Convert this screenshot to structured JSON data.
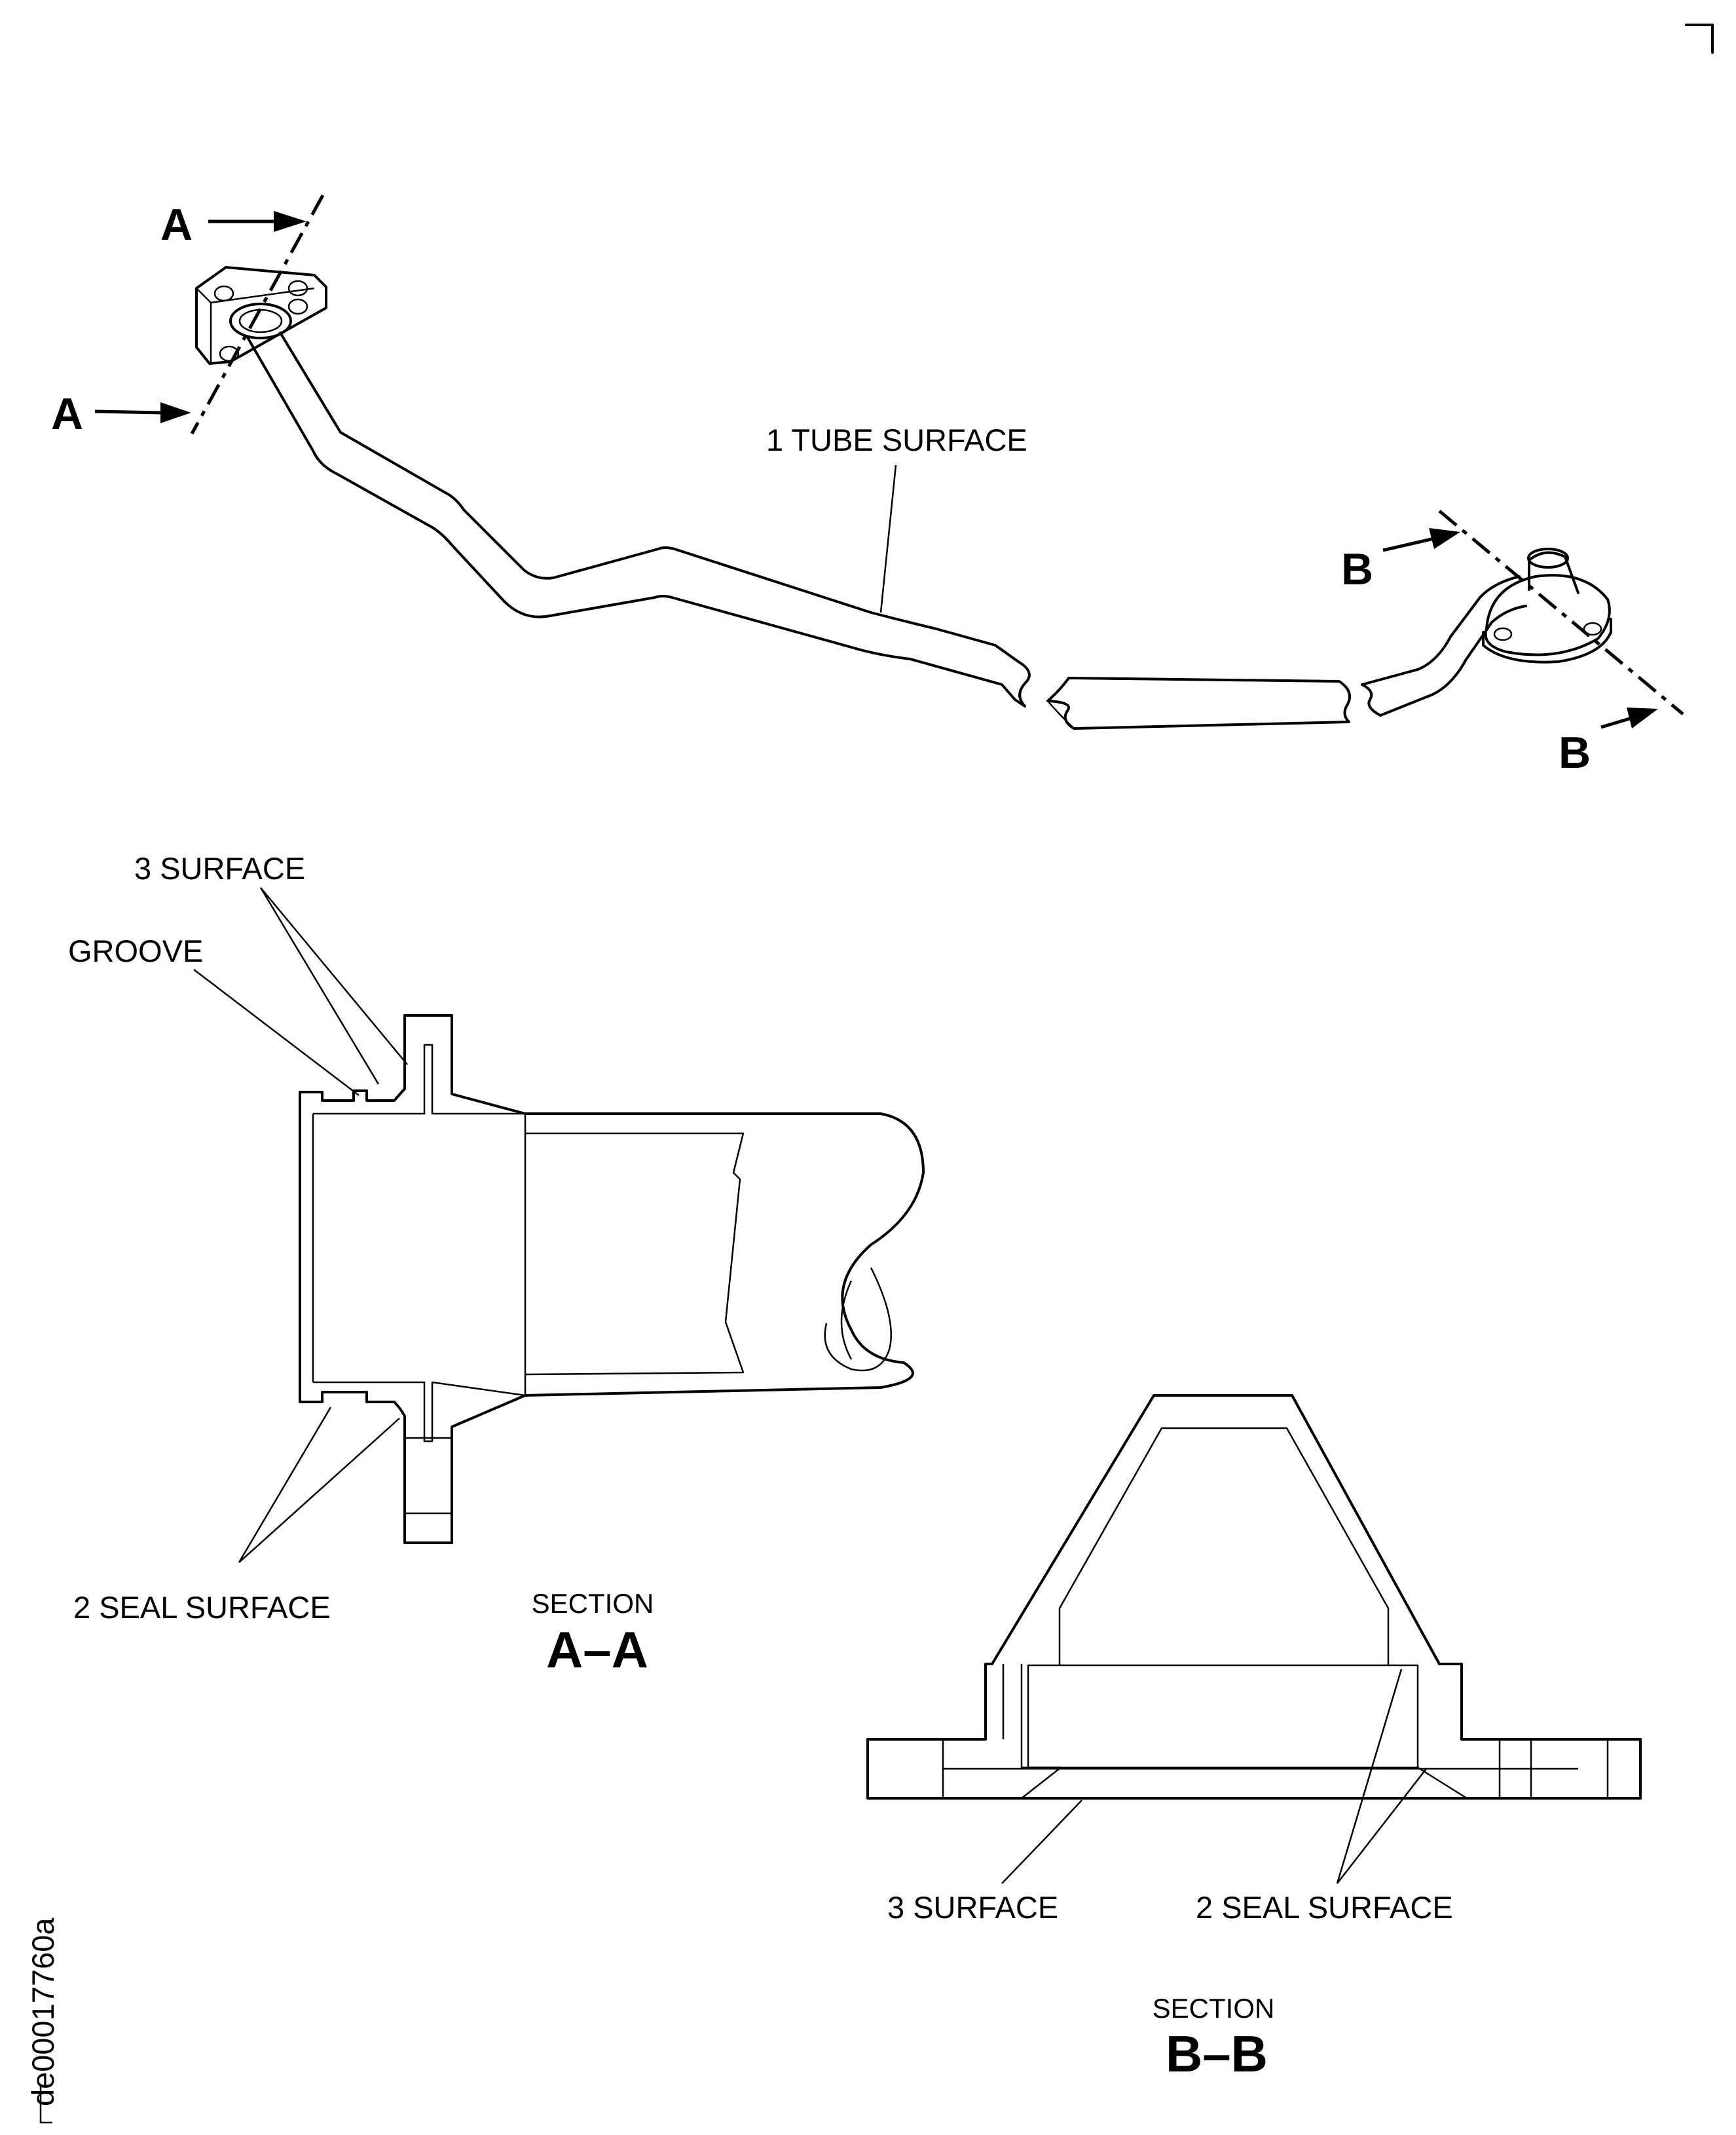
{
  "labels": {
    "tube_surface": "1 TUBE SURFACE",
    "surface_3_top": "3 SURFACE",
    "groove": "GROOVE",
    "seal_surface_2_left": "2 SEAL SURFACE",
    "surface_3_bottom": "3 SURFACE",
    "seal_surface_2_right": "2 SEAL SURFACE"
  },
  "cut_markers": {
    "a_upper": "A",
    "a_lower": "A",
    "b_upper": "B",
    "b_lower": "B"
  },
  "sections": {
    "a": {
      "word": "SECTION",
      "name": "A–A"
    },
    "b": {
      "word": "SECTION",
      "name": "B–B"
    }
  },
  "figure_id": "de00017760a"
}
